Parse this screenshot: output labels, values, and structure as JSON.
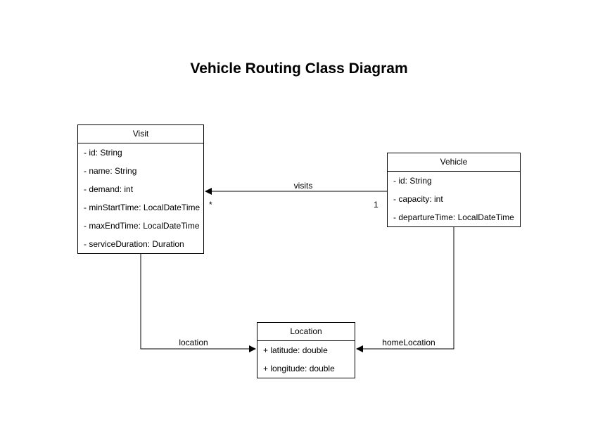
{
  "title": "Vehicle Routing Class Diagram",
  "classes": [
    {
      "name": "Visit",
      "attributes": [
        "- id: String",
        "- name: String",
        "- demand: int",
        "- minStartTime: LocalDateTime",
        "- maxEndTime: LocalDateTime",
        "- serviceDuration: Duration"
      ]
    },
    {
      "name": "Vehicle",
      "attributes": [
        "- id: String",
        "- capacity: int",
        "- departureTime: LocalDateTime"
      ]
    },
    {
      "name": "Location",
      "attributes": [
        "+ latitude: double",
        "+ longitude: double"
      ]
    }
  ],
  "edges": [
    {
      "label": "visits",
      "source": "Vehicle",
      "target": "Visit",
      "source_multiplicity": "1",
      "target_multiplicity": "*"
    },
    {
      "label": "location",
      "source": "Visit",
      "target": "Location"
    },
    {
      "label": "homeLocation",
      "source": "Vehicle",
      "target": "Location"
    }
  ],
  "colors": {
    "stroke": "#000000",
    "text": "#000000",
    "background": "#ffffff"
  }
}
